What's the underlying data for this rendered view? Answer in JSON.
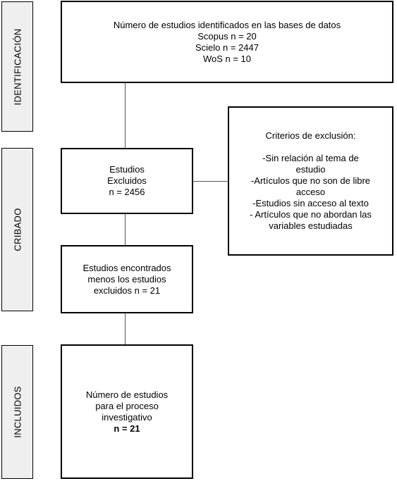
{
  "phases": {
    "identificacion": "IDENTIFICACIÓN",
    "cribado": "CRIBADO",
    "incluidos": "INCLUIDOS"
  },
  "identified": {
    "title": "Número de estudios identificados en las bases de datos",
    "scopus": "Scopus n = 20",
    "scielo": "Scielo n = 2447",
    "wos": "WoS n = 10"
  },
  "excluded": {
    "line1": "Estudios",
    "line2": "Excluidos",
    "line3": "n = 2456"
  },
  "criteria": {
    "title": "Criterios de exclusión:",
    "l1": "-Sin relación al tema de",
    "l2": "estudio",
    "l3": "-Artículos que no son de libre",
    "l4": "acceso",
    "l5": "-Estudios sin acceso al texto",
    "l6": "- Artículos que no abordan las",
    "l7": "variables estudiadas"
  },
  "found": {
    "l1": "Estudios encontrados",
    "l2": "menos los estudios",
    "l3": "excluidos n = 21"
  },
  "included": {
    "l1": "Número de estudios",
    "l2": "para el proceso",
    "l3": "investigativo",
    "l4": "n = 21"
  }
}
